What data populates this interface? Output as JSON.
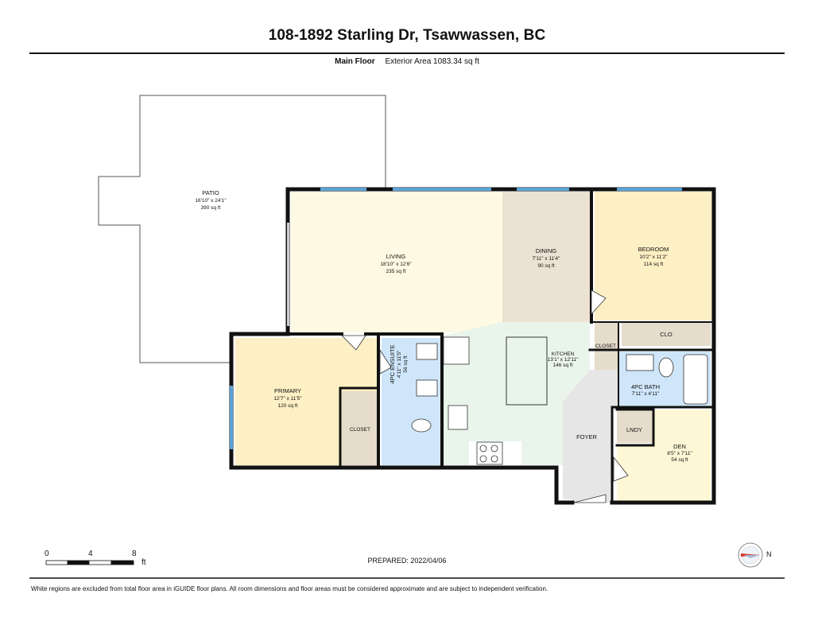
{
  "header": {
    "title": "108-1892 Starling Dr, Tsawwassen, BC",
    "floor": "Main Floor",
    "area": "Exterior Area 1083.34 sq ft"
  },
  "rooms": {
    "patio": {
      "name": "PATIO",
      "dims": "16'10\" x 24'1\"",
      "area": "390 sq ft"
    },
    "living": {
      "name": "LIVING",
      "dims": "18'10\" x 12'6\"",
      "area": "235 sq ft"
    },
    "dining": {
      "name": "DINING",
      "dims": "7'11\" x 11'4\"",
      "area": "90 sq ft"
    },
    "bedroom": {
      "name": "BEDROOM",
      "dims": "10'2\" x 11'2\"",
      "area": "114 sq ft"
    },
    "clo": {
      "name": "CLO"
    },
    "closet_kitchen": {
      "name": "CLOSET"
    },
    "kitchen": {
      "name": "KITCHEN",
      "dims": "13'1\" x 12'11\"",
      "area": "146 sq ft"
    },
    "bath": {
      "name": "4PC BATH",
      "dims": "7'11\" x 4'11\""
    },
    "ensuite": {
      "name": "4PC ENSUITE",
      "dims": "4'11\" x 11'5\"",
      "area": "56 sq ft"
    },
    "primary": {
      "name": "PRIMARY",
      "dims": "12'7\" x 11'5\"",
      "area": "120 sq ft"
    },
    "closet_primary": {
      "name": "CLOSET"
    },
    "foyer": {
      "name": "FOYER"
    },
    "lndy": {
      "name": "LNDY"
    },
    "den": {
      "name": "DEN",
      "dims": "8'5\" x 7'11\"",
      "area": "54 sq ft"
    }
  },
  "scale": {
    "labels": [
      "0",
      "4",
      "8"
    ],
    "unit": "ft"
  },
  "prepared": "PREPARED: 2022/04/06",
  "compass": {
    "label": "N"
  },
  "footer": "White regions are excluded from total floor area in iGUIDE floor plans. All room dimensions and floor areas must be considered approximate and are subject to independent verification.",
  "colors": {
    "living": "#fdf9e2",
    "dining": "#ebe2d3",
    "bedroom": "#fdf0c4",
    "primary": "#fdf0c4",
    "kitchen": "#e9f5ea",
    "bath": "#cfe6fa",
    "closet": "#e6dccb",
    "foyer": "#e6e6e6",
    "den": "#fdf7d6",
    "wall": "#111111",
    "window": "#5aa3d6"
  }
}
